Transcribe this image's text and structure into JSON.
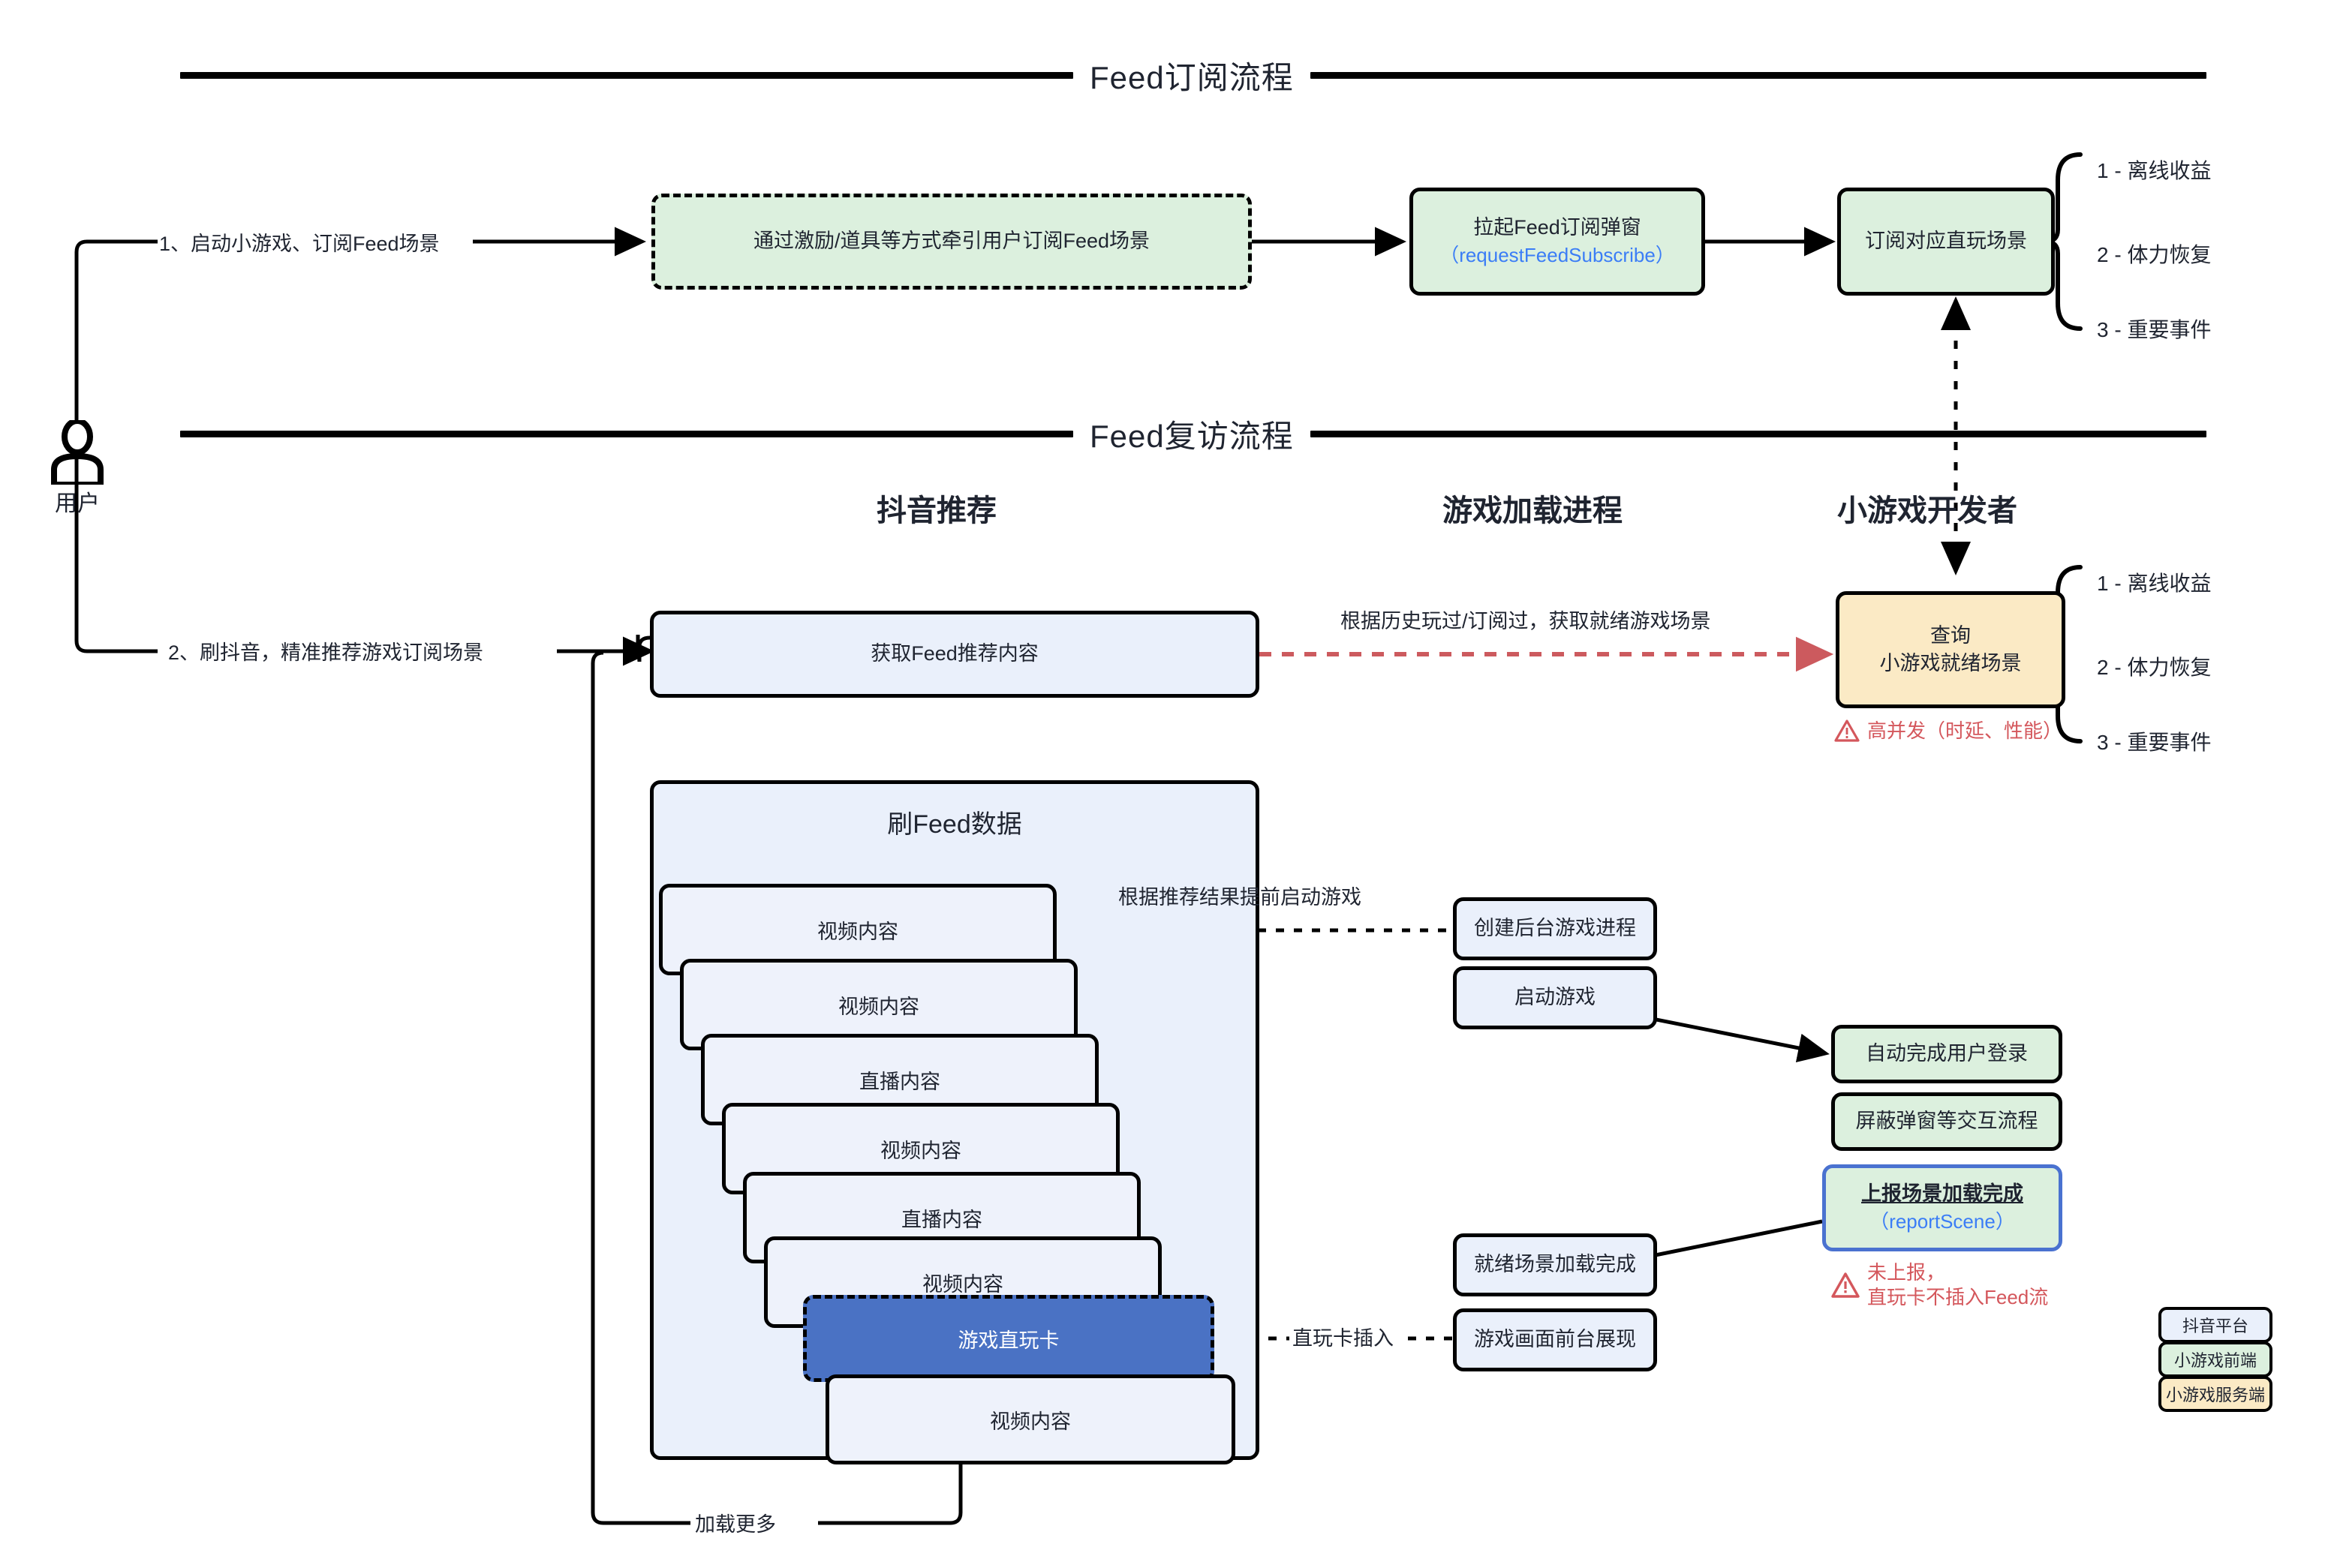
{
  "sections": {
    "subscribe_title": "Feed订阅流程",
    "revisit_title": "Feed复访流程"
  },
  "actor": {
    "label": "用户"
  },
  "columns": {
    "douyin": "抖音推荐",
    "loading": "游戏加载进程",
    "developer": "小游戏开发者"
  },
  "subscribe_flow": {
    "step1_label": "1、启动小游戏、订阅Feed场景",
    "incentive_box": "通过激励/道具等方式牵引用户订阅Feed场景",
    "popup_box_title": "拉起Feed订阅弹窗",
    "popup_box_api": "（requestFeedSubscribe）",
    "subscribe_scene_box": "订阅对应直玩场景",
    "scene_items": [
      "1 - 离线收益",
      "2 - 体力恢复",
      "3 - 重要事件"
    ]
  },
  "revisit_flow": {
    "step2_label": "2、刷抖音，精准推荐游戏订阅场景",
    "get_feed_box": "获取Feed推荐内容",
    "query_edge_label": "根据历史玩过/订阅过，获取就绪游戏场景",
    "query_box_line1": "查询",
    "query_box_line2": "小游戏就绪场景",
    "query_warning": "高并发（时延、性能）",
    "query_scene_items": [
      "1 - 离线收益",
      "2 - 体力恢复",
      "3 - 重要事件"
    ]
  },
  "feed_stack": {
    "title": "刷Feed数据",
    "cards": [
      {
        "label": "视频内容",
        "highlight": false
      },
      {
        "label": "视频内容",
        "highlight": false
      },
      {
        "label": "直播内容",
        "highlight": false
      },
      {
        "label": "视频内容",
        "highlight": false
      },
      {
        "label": "直播内容",
        "highlight": false
      },
      {
        "label": "视频内容",
        "highlight": false
      },
      {
        "label": "游戏直玩卡",
        "highlight": true
      },
      {
        "label": "视频内容",
        "highlight": false
      }
    ],
    "load_more": "加载更多",
    "prelaunch_label": "根据推荐结果提前启动游戏",
    "insert_label": "直玩卡插入"
  },
  "loading_process": {
    "create_bg_process": "创建后台游戏进程",
    "start_game": "启动游戏",
    "scene_loaded": "就绪场景加载完成",
    "foreground": "游戏画面前台展现"
  },
  "game_client": {
    "auto_login": "自动完成用户登录",
    "block_popup": "屏蔽弹窗等交互流程",
    "report_title": "上报场景加载完成",
    "report_api": "（reportScene）",
    "report_warning_line1": "未上报，",
    "report_warning_line2": "直玩卡不插入Feed流"
  },
  "legend": [
    {
      "label": "抖音平台",
      "color": "#eaf0fb"
    },
    {
      "label": "小游戏前端",
      "color": "#dcf0de"
    },
    {
      "label": "小游戏服务端",
      "color": "#fbeac5"
    }
  ],
  "colors": {
    "blue_fill": "#eaf0fb",
    "green_fill": "#dcf0de",
    "amber_fill": "#fbeac5",
    "highlight_card": "#4a72c4",
    "api_text": "#3b7df6",
    "warning_red": "#d4575c",
    "stroke": "#000000"
  }
}
